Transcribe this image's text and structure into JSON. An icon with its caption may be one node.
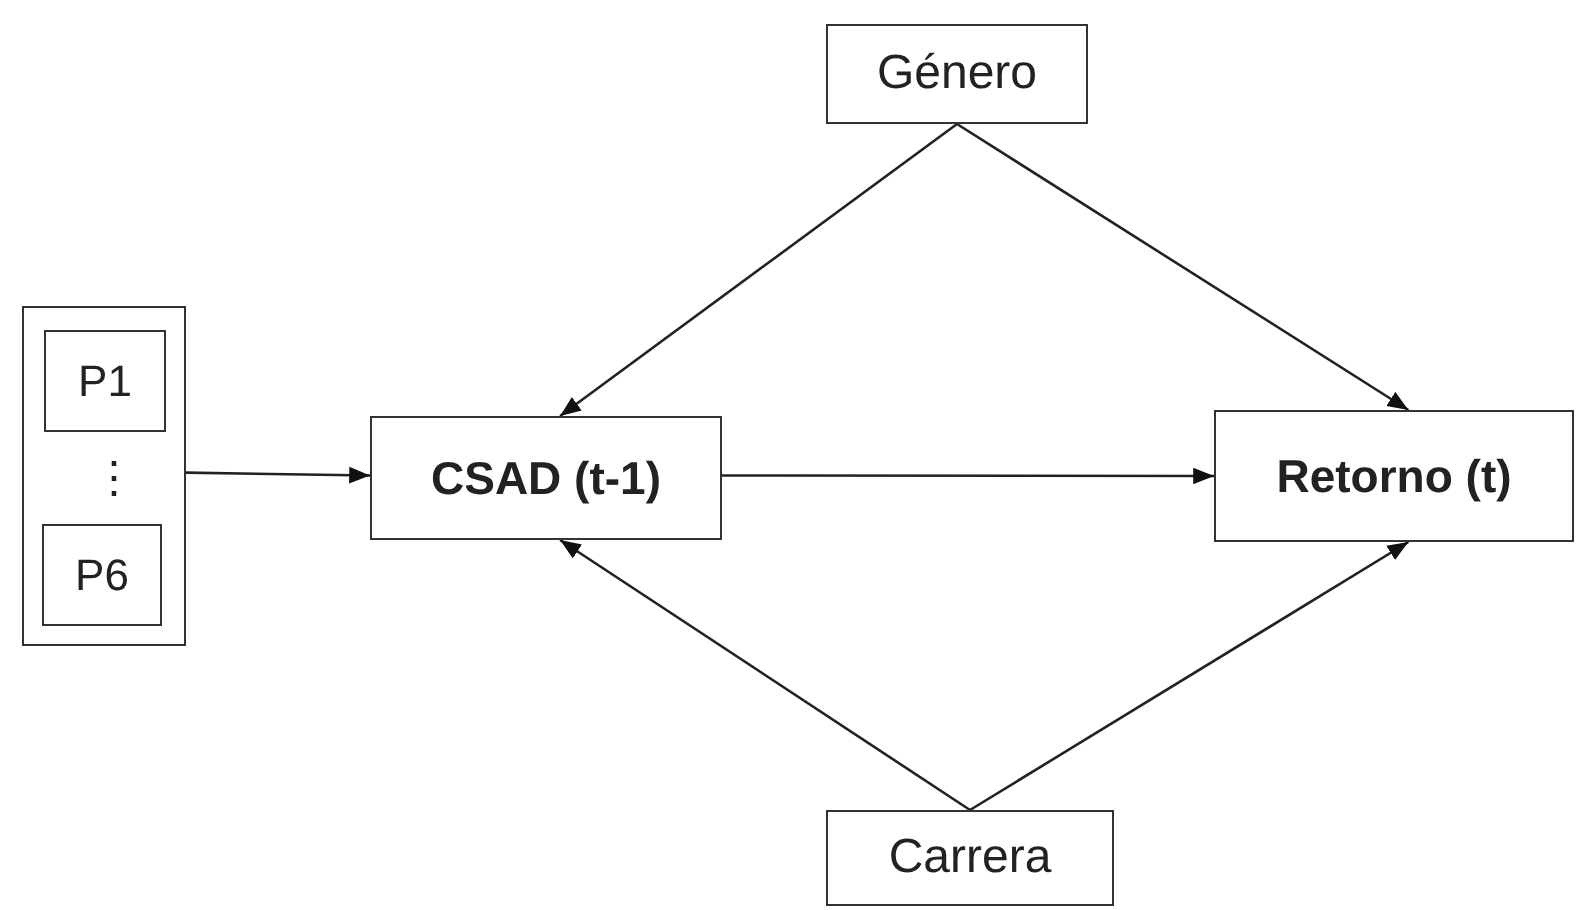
{
  "diagram": {
    "nodes": [
      {
        "text": [],
        "shape": "box"
      },
      {
        "text": [
          "P1"
        ],
        "in": 0
      },
      {
        "text": [
          "P6"
        ],
        "in": 0
      },
      {
        "text": [
          "CSAD (t-1)"
        ]
      },
      {
        "text": [
          "Retorno (t)"
        ]
      },
      {
        "text": [
          "Género"
        ]
      },
      {
        "text": [
          "Carrera"
        ]
      }
    ],
    "edges": [
      {
        "from": 0,
        "to": 3,
        "arrow": "to"
      },
      {
        "from": 3,
        "to": 4,
        "arrow": "to"
      },
      {
        "from": 5,
        "to": 3,
        "arrow": "to"
      },
      {
        "from": 5,
        "to": 4,
        "arrow": "to"
      },
      {
        "from": 6,
        "to": 3,
        "arrow": "to"
      },
      {
        "from": 6,
        "to": 4,
        "arrow": "to"
      }
    ],
    "labels": [
      "⋮"
    ]
  }
}
